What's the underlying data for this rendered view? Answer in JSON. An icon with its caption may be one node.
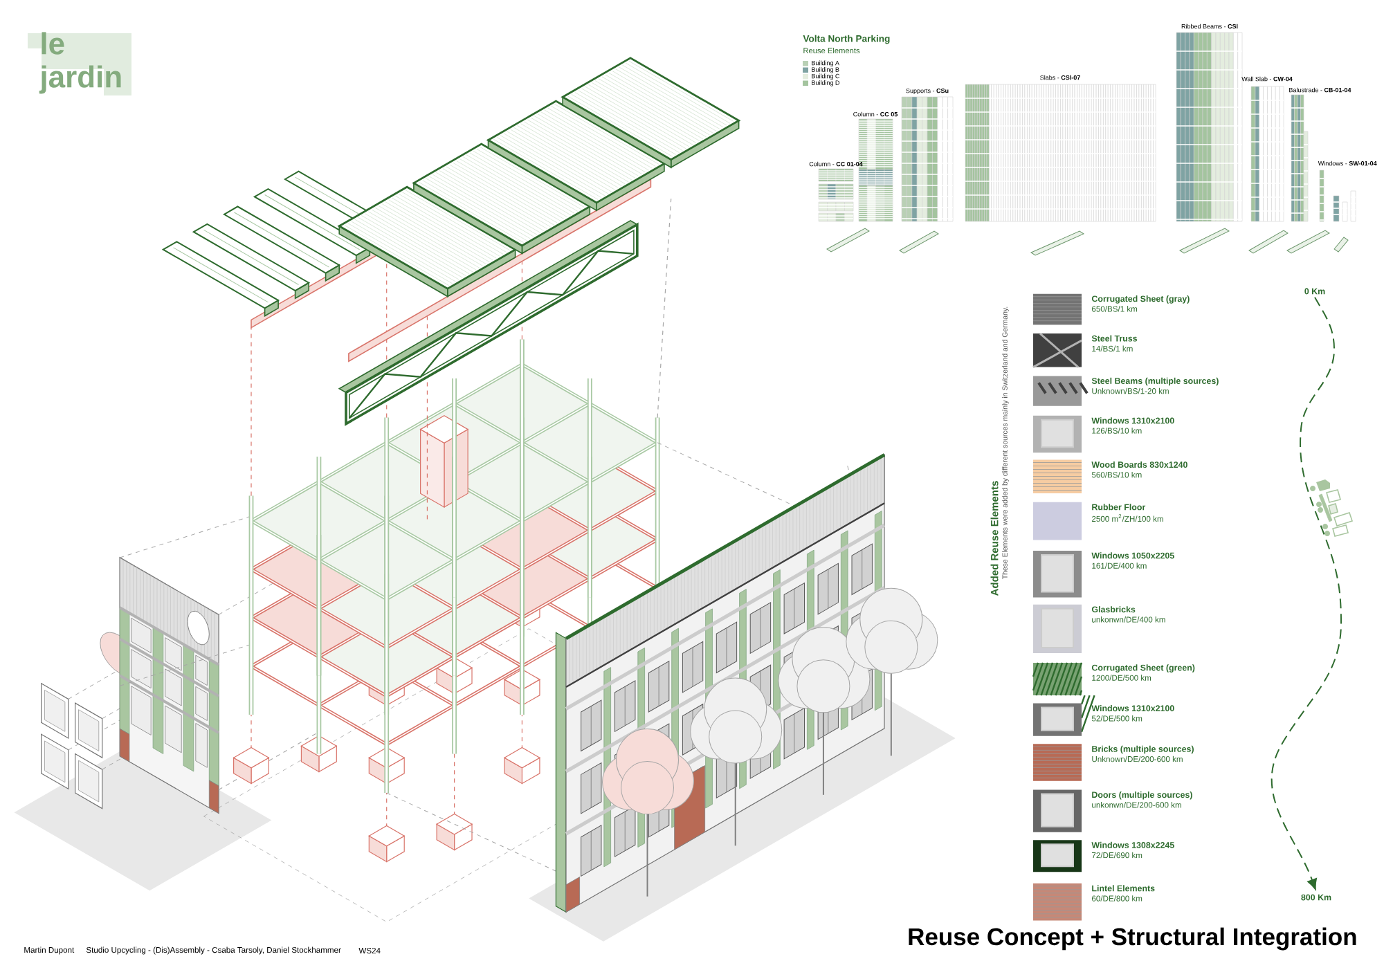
{
  "diagram": {
    "title": "Reuse Concept + Structural Integration",
    "nodes": [
      {
        "text": [
          "0 Km"
        ]
      },
      {
        "text": [
          "800 Km"
        ]
      }
    ],
    "edges": [
      {
        "from": 0,
        "to": 1,
        "arrow": "to",
        "style": "dashed"
      }
    ],
    "labels": [
      "le jardin",
      "Volta North Parking",
      "Reuse Elements",
      "Column - **CC 01-04**",
      "Column - **CC 05**",
      "Supports - **CSu**",
      "Slabs - **CSl-07**",
      "Ribbed Beams - **CSl**",
      "Wall Slab - **CW-04**",
      "Balustrade - **CB-01-04**",
      "Windows - **SW-01-04**",
      "Added Reuse Elements",
      "These Elements were added by different sources mainly in Switzerland and Germany.",
      "Corrugated Sheet (gray)",
      "650/BS/1 km",
      "Steel Truss",
      "14/BS/1 km",
      "Steel Beams (multiple sources)",
      "Unknown/BS/1-20 km",
      "Windows 1310x2100",
      "126/BS/10 km",
      "Wood Boards 830x1240",
      "560/BS/10 km",
      "Rubber Floor",
      "2500 m$^{2}$/ZH/100 km",
      "Windows 1050x2205",
      "161/DE/400 km",
      "Glasbricks",
      "unkonwn/DE/400 km",
      "Corrugated Sheet (green)",
      "1200/DE/500 km",
      "Windows 1310x2100",
      "52/DE/500 km",
      "Bricks (multiple sources)",
      "Unknown/DE/200-600 km",
      "Doors (multiple sources)",
      "unkonwn/DE/200-600 km",
      "Windows 1308x2245",
      "72/DE/690 km",
      "Lintel Elements",
      "60/DE/800 km",
      "Martin Dupont",
      "Studio Upcycling - (Dis)Assembly - Csaba Tarsoly, Daniel Stockhammer",
      "WS24"
    ],
    "legend": [
      {
        "text": "Building A",
        "color": "#b9d0b5"
      },
      {
        "text": "Building B",
        "color": "#7fa3a3"
      },
      {
        "text": "Building C",
        "color": "#e4eddf"
      },
      {
        "text": "Building D",
        "color": "#a4c49f"
      }
    ]
  }
}
